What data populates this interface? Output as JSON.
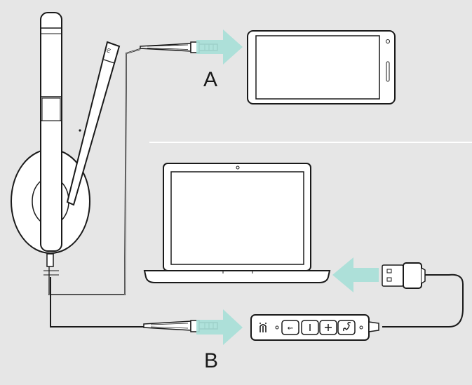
{
  "labels": {
    "a": "A",
    "b": "B"
  },
  "inline_remote": {
    "logo_icon": "sennheiser-epos-logo-icon",
    "buttons": [
      "microsoft-teams-icon",
      "I",
      "+",
      "phone-icon"
    ]
  },
  "colors": {
    "background": "#e6e6e6",
    "arrow": "#a8e0d8",
    "outline": "#1a1a1a",
    "device_fill": "#ffffff"
  }
}
